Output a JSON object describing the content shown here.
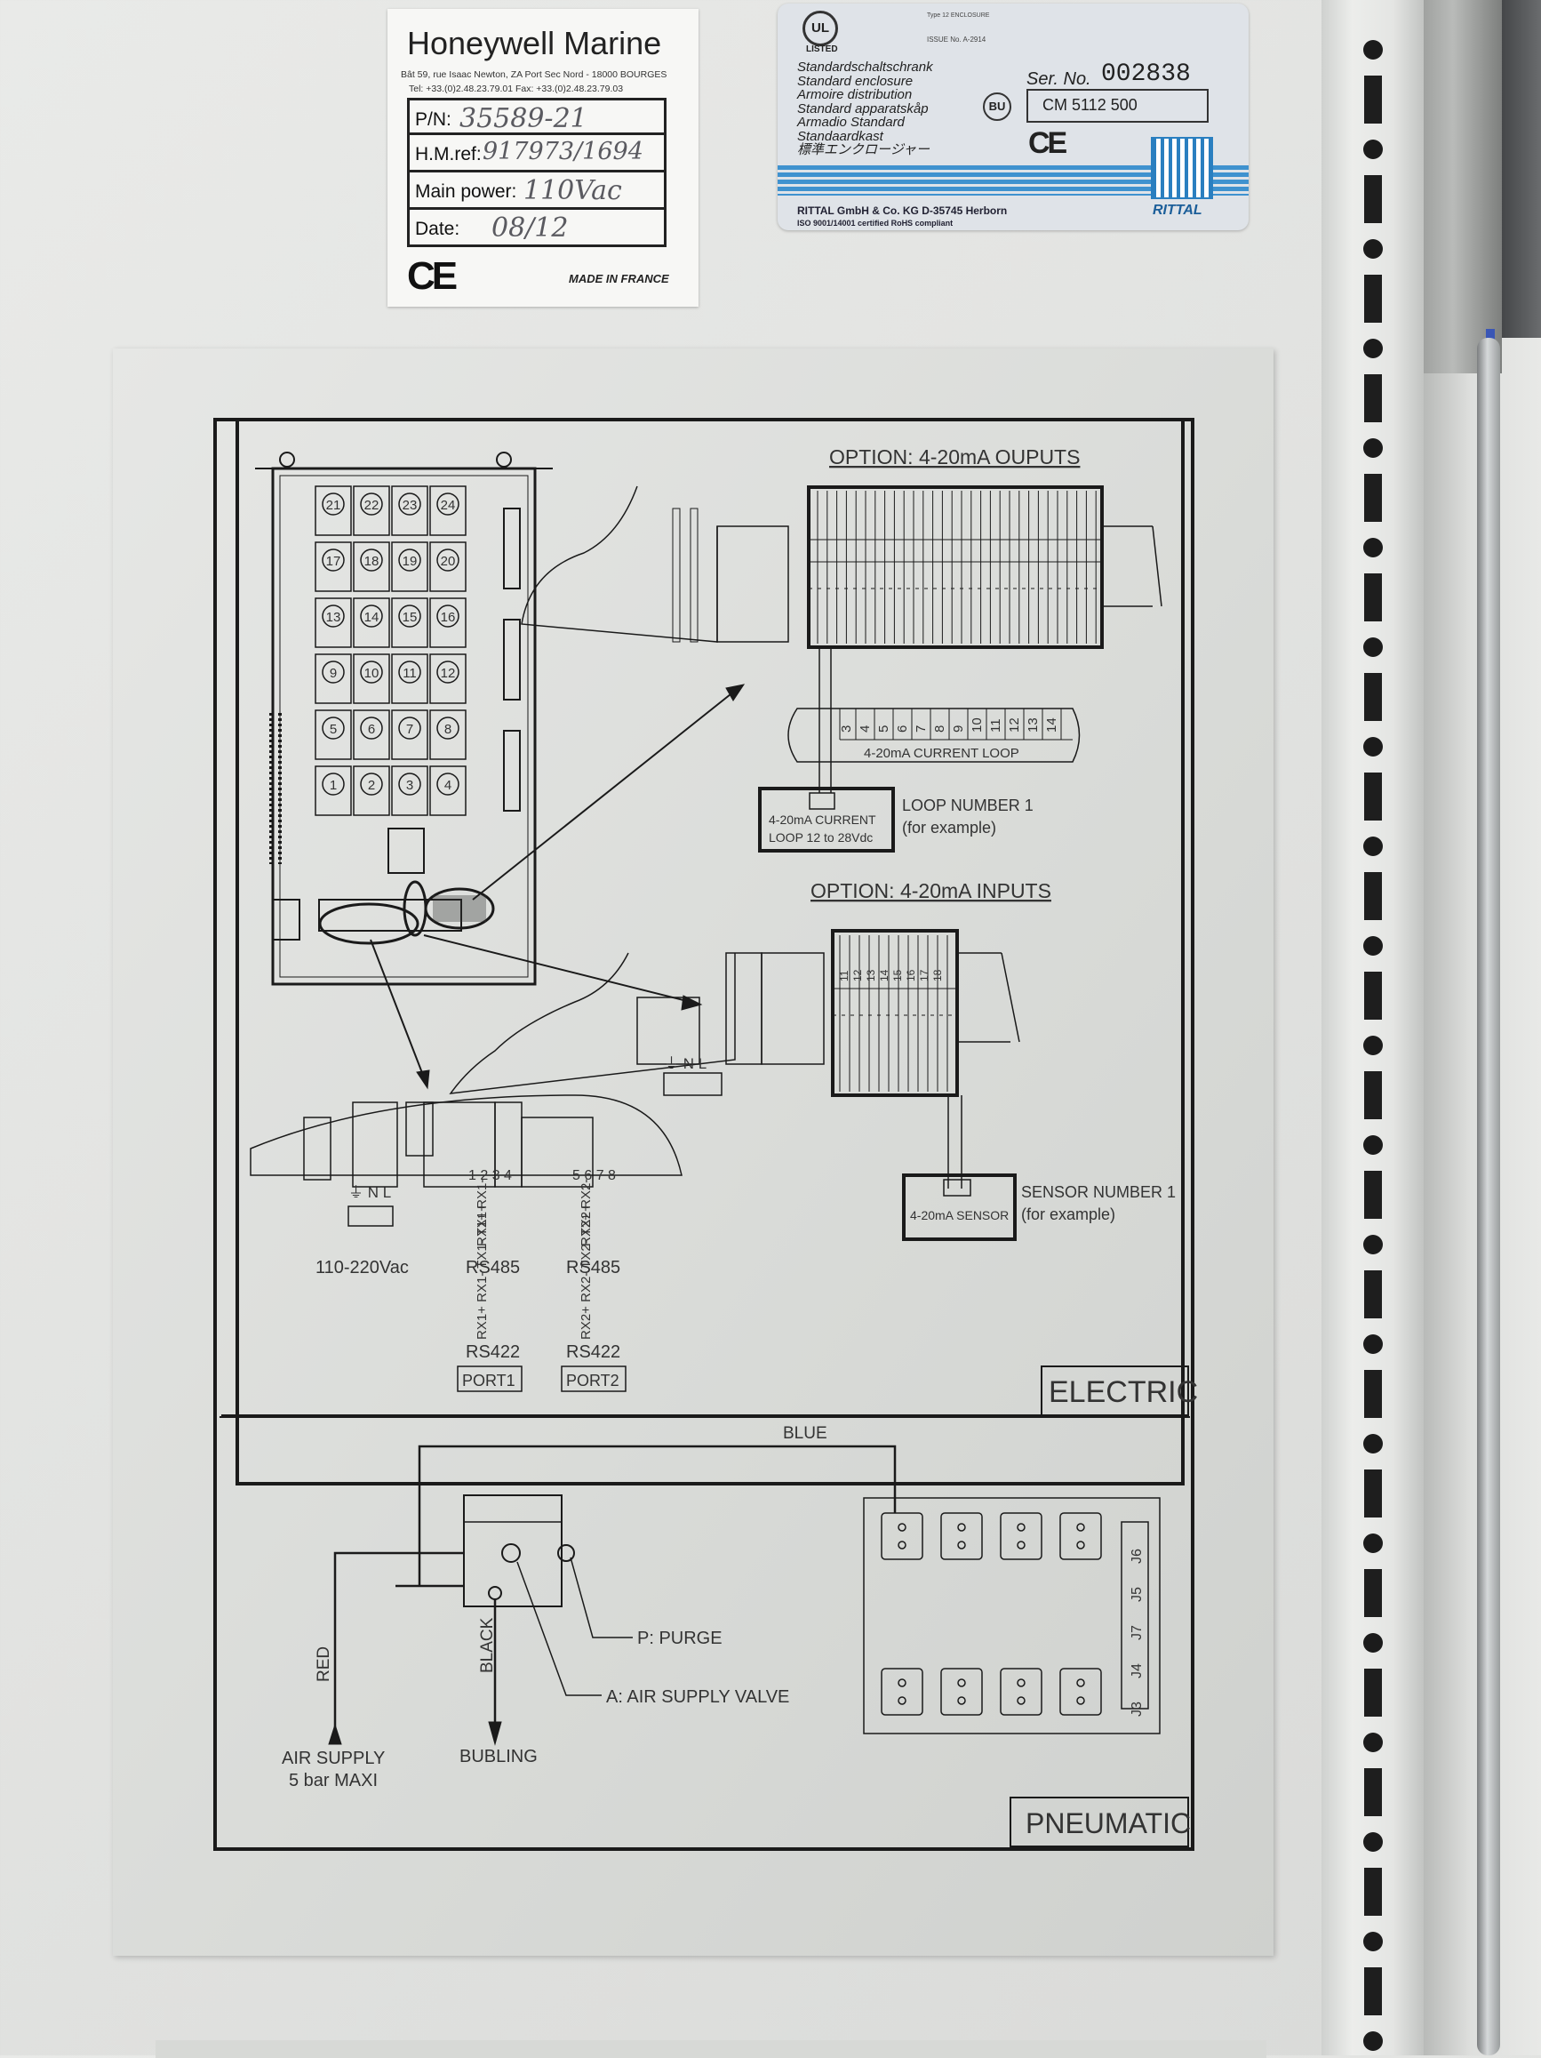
{
  "honeywell_label": {
    "brand": "Honeywell Marine",
    "address": "Bât 59, rue Isaac Newton, ZA Port Sec Nord - 18000 BOURGES",
    "phone": "Tel: +33.(0)2.48.23.79.01    Fax: +33.(0)2.48.23.79.03",
    "fields": [
      {
        "label": "P/N:",
        "value": "35589-21"
      },
      {
        "label": "H.M.ref:",
        "value": "917973/1694"
      },
      {
        "label": "Main power:",
        "value": "110Vac"
      },
      {
        "label": "Date:",
        "value": "08/12"
      }
    ],
    "ce_mark": "CE",
    "made_in": "MADE IN FRANCE"
  },
  "rittal_label": {
    "ul_mark": "UL",
    "ul_listed": "LISTED",
    "type_text": "Type 12 ENCLOSURE",
    "issue_no": "ISSUE No. A-2914",
    "enclosure_names": [
      "Standardschaltschrank",
      "Standard enclosure",
      "Armoire distribution",
      "Standard apparatskåp",
      "Armadio Standard",
      "Standaardkast",
      "標準エンクロージャー"
    ],
    "serial_label": "Ser. No.",
    "serial_number": "002838",
    "model": "CM 5112 500",
    "bu_mark": "BU",
    "ce_mark": "CE",
    "company": "RITTAL GmbH & Co. KG D-35745 Herborn",
    "iso": "ISO 9001/14001 certified          RoHS compliant",
    "logo_text": "RITTAL"
  },
  "diagram": {
    "terminal_numbers": [
      "21",
      "22",
      "23",
      "24",
      "17",
      "18",
      "19",
      "20",
      "13",
      "14",
      "15",
      "16",
      "9",
      "10",
      "11",
      "12",
      "5",
      "6",
      "7",
      "8",
      "1",
      "2",
      "3",
      "4"
    ],
    "outputs_title": "OPTION: 4-20mA OUPUTS",
    "loop_numbers": [
      "3",
      "4",
      "5",
      "6",
      "7",
      "8",
      "9",
      "10",
      "11",
      "12",
      "13",
      "14"
    ],
    "current_loop_label": "4-20mA CURRENT LOOP",
    "loop_box_line1": "4-20mA CURRENT",
    "loop_box_line2": "LOOP 12 to 28Vdc",
    "loop_number_line1": "LOOP NUMBER 1",
    "loop_number_line2": "(for example)",
    "inputs_title": "OPTION: 4-20mA INPUTS",
    "input_numbers": [
      "11",
      "12",
      "13",
      "14",
      "15",
      "16",
      "17",
      "18"
    ],
    "gnd_nl": "⏚ N L",
    "sensor_box": "4-20mA SENSOR",
    "sensor_number_line1": "SENSOR NUMBER 1",
    "sensor_number_line2": "(for example)",
    "power_label": "110-220Vac",
    "terms_1234": "1 2 3 4",
    "terms_5678": "5 6 7 8",
    "rs485_1_signals": "RX1+ RX1-",
    "rs485_2_signals": "RX2+ RX2-",
    "rs422_1_signals": "RX1+ RX1- TX1- TX1+",
    "rs422_2_signals": "RX2+ RX2- TX2- TX2+",
    "rs485": "RS485",
    "rs422": "RS422",
    "port1": "PORT1",
    "port2": "PORT2",
    "electric_label": "ELECTRIC",
    "blue_label": "BLUE",
    "red_label": "RED",
    "black_label": "BLACK",
    "purge_label": "P: PURGE",
    "air_valve_label": "A: AIR SUPPLY VALVE",
    "air_supply_line1": "AIR SUPPLY",
    "air_supply_line2": "5 bar MAXI",
    "bubling_label": "BUBLING",
    "jumpers": [
      "J6",
      "J5",
      "J7",
      "J4",
      "J3"
    ],
    "pneumatic_label": "PNEUMATIC"
  }
}
